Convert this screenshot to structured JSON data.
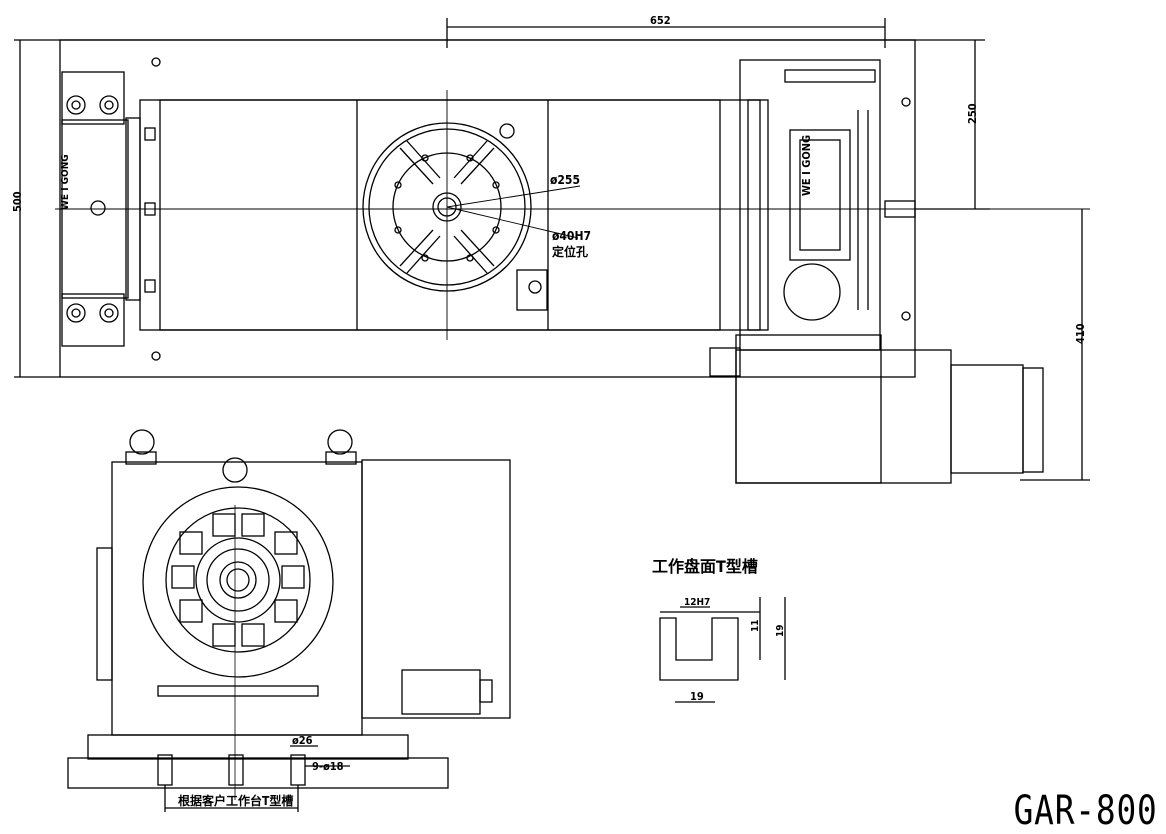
{
  "drawing": {
    "model": "GAR-800",
    "brand": "WE I GONG",
    "dims": {
      "overall_width": "652",
      "height_500": "500",
      "height_250": "250",
      "height_410": "410",
      "dia_255": "ø255",
      "dia_40h7": "ø40H7",
      "locating_hole": "定位孔",
      "dia_26": "ø26",
      "holes": "9-ø18",
      "slot_width": "12H7",
      "slot_depth": "11",
      "slot_total": "19",
      "slot_bottom": "19"
    },
    "labels": {
      "tslot_title": "工作盘面T型槽",
      "base_tslot": "根据客户工作台T型槽"
    }
  }
}
